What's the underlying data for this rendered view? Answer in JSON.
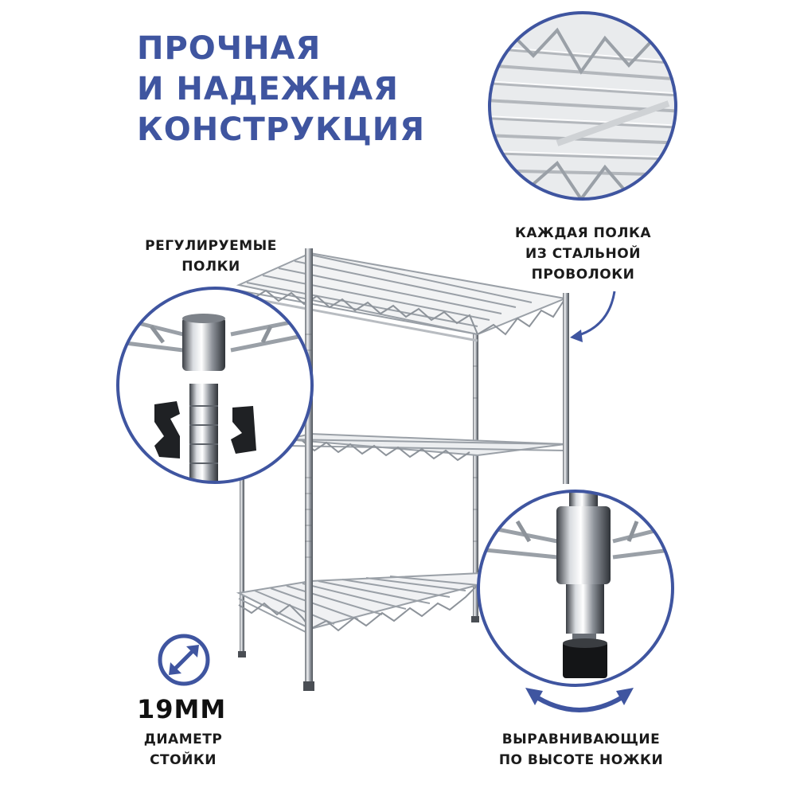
{
  "headline": {
    "lines": [
      "ПРОЧНАЯ",
      "И НАДЕЖНАЯ",
      "КОНСТРУКЦИЯ"
    ]
  },
  "features": {
    "adjustable": {
      "lines": [
        "РЕГУЛИРУЕМЫЕ",
        "ПОЛКИ"
      ],
      "icon": "shelf-clip-icon"
    },
    "steel_wire": {
      "lines": [
        "КАЖДАЯ ПОЛКА",
        "ИЗ СТАЛЬНОЙ",
        "ПРОВОЛОКИ"
      ],
      "icon": "wire-grid-icon"
    },
    "diameter": {
      "value": "19ММ",
      "lines": [
        "ДИАМЕТР",
        "СТОЙКИ"
      ],
      "icon": "diameter-icon"
    },
    "leveling": {
      "lines": [
        "ВЫРАВНИВАЮЩИЕ",
        "ПО ВЫСОТЕ НОЖКИ"
      ],
      "icon": "leveling-foot-icon"
    }
  },
  "colors": {
    "accent": "#3f55a0",
    "text": "#1b1b1b",
    "chrome": "#a9adb3",
    "chrome_dark": "#5e636a",
    "background": "#ffffff"
  }
}
